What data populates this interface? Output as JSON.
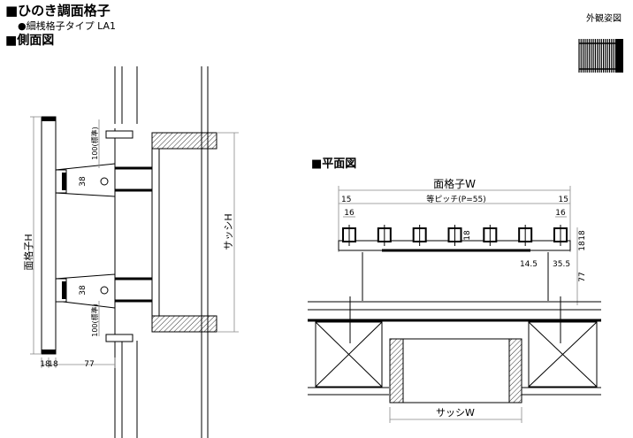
{
  "header": {
    "title": "■ひのき調面格子",
    "subtitle": "●細桟格子タイプ LA1",
    "exterior_label": "外観姿図"
  },
  "side_view": {
    "title": "■側面図",
    "lattice_height_label": "面格子H",
    "sash_height_label": "サッシH",
    "bracket_offset_top": "100(標準)",
    "bracket_offset_bottom": "100(標準)",
    "bracket_size_top": "38",
    "bracket_size_bottom": "38",
    "bottom_dims": [
      "18",
      "18",
      "77"
    ]
  },
  "plan_view": {
    "title": "■平面図",
    "lattice_width_label": "面格子W",
    "edge_left": "15",
    "edge_right": "15",
    "pitch_label": "等ピッチ(P=55)",
    "bar_width_left": "16",
    "bar_width_right": "16",
    "bar_depth": "18",
    "right_dims": [
      "18",
      "18"
    ],
    "offset_a": "14.5",
    "offset_b": "35.5",
    "depth_77": "77",
    "sash_width_label": "サッシW",
    "bar_count": 7
  }
}
